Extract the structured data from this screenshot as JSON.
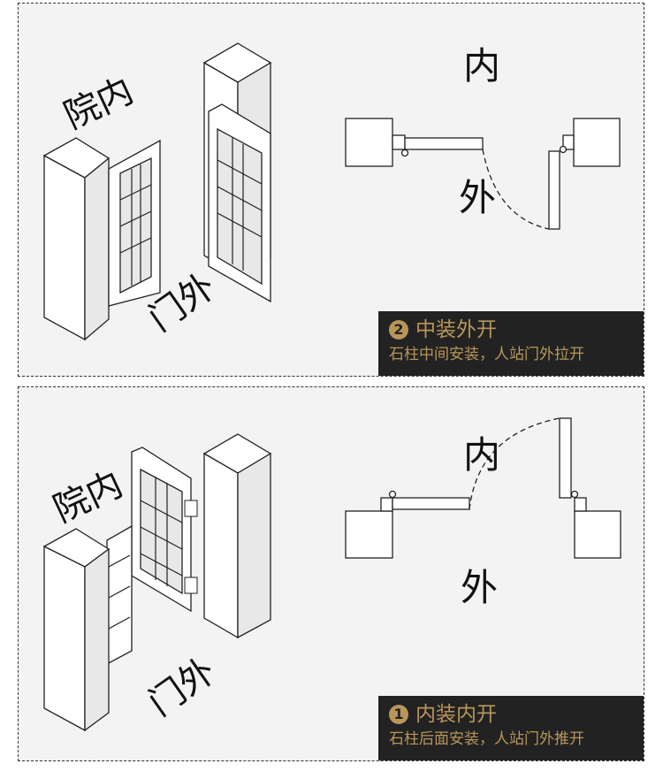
{
  "panels": [
    {
      "badge": "2",
      "title": "中装外开",
      "subtitle": "石柱中间安装，人站门外拉开",
      "iso_labels": {
        "courtyard": "院内",
        "outside": "门外"
      },
      "plan_labels": {
        "inside": "内",
        "outside": "外"
      }
    },
    {
      "badge": "1",
      "title": "内装内开",
      "subtitle": "石柱后面安装，人站门外推开",
      "iso_labels": {
        "courtyard": "院内",
        "outside": "门外"
      },
      "plan_labels": {
        "inside": "内",
        "outside": "外"
      }
    }
  ],
  "colors": {
    "caption_bg": "#222222",
    "caption_text": "#b8965a",
    "panel_bg": "#f3f3f3"
  }
}
